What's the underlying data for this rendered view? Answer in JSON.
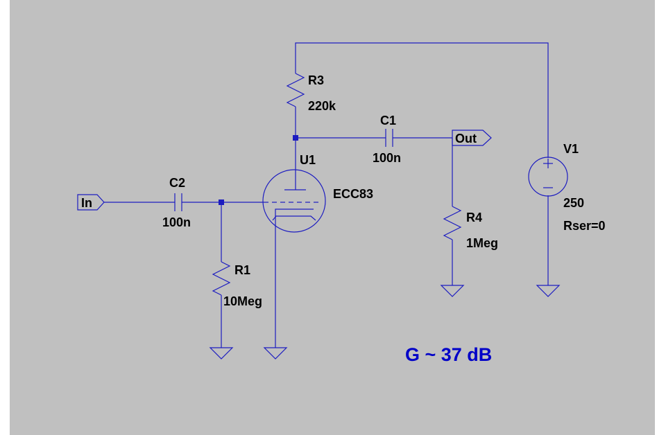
{
  "schematic": {
    "accent_color": "#1c1cc0",
    "note_color": "#0000c8",
    "background_color": "#c0c0c0",
    "ports": {
      "in": "In",
      "out": "Out"
    },
    "components": {
      "r1": {
        "name": "R1",
        "value": "10Meg"
      },
      "r3": {
        "name": "R3",
        "value": "220k"
      },
      "r4": {
        "name": "R4",
        "value": "1Meg"
      },
      "c1": {
        "name": "C1",
        "value": "100n"
      },
      "c2": {
        "name": "C2",
        "value": "100n"
      },
      "u1": {
        "name": "U1",
        "value": "ECC83"
      },
      "v1": {
        "name": "V1",
        "value": "250",
        "param": "Rser=0"
      }
    },
    "note": "G ~ 37 dB"
  }
}
